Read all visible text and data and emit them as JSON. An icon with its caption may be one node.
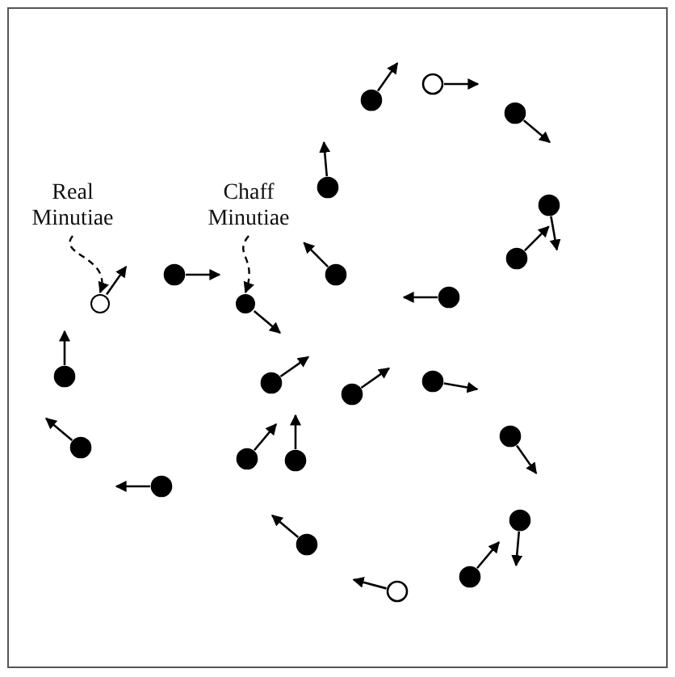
{
  "diagram": {
    "nodes": [
      {
        "text": [
          "Real Minutiae"
        ]
      },
      {
        "text": [
          "Chaff Minutiae"
        ]
      },
      {
        "text": [],
        "shape": "circle"
      },
      {
        "text": [],
        "shape": "circle"
      }
    ],
    "edges": [
      {
        "from": 0,
        "to": 2,
        "arrow": "to",
        "style": "dashed"
      },
      {
        "from": 1,
        "to": 3,
        "arrow": "to",
        "style": "dashed"
      }
    ]
  }
}
